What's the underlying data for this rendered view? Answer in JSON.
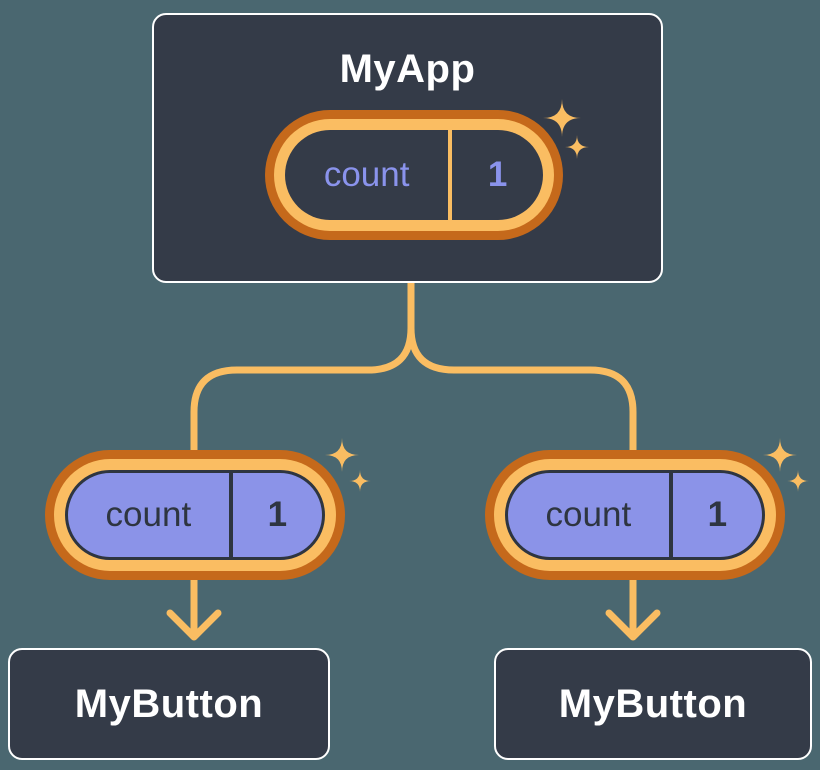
{
  "colors": {
    "background": "#4A6770",
    "card_bg": "#343B48",
    "card_border": "#FFFFFF",
    "orange_dark": "#C5691B",
    "orange_light": "#FABD62",
    "lavender": "#8B93E8",
    "lavender_text": "#8A93EC",
    "dark_text": "#2E3540",
    "white_text": "#FFFFFF"
  },
  "icons": {
    "sparkle": "✦"
  },
  "root": {
    "title": "MyApp",
    "state": {
      "name": "count",
      "value": "1"
    }
  },
  "children": [
    {
      "title": "MyButton",
      "state": {
        "name": "count",
        "value": "1"
      }
    },
    {
      "title": "MyButton",
      "state": {
        "name": "count",
        "value": "1"
      }
    }
  ]
}
